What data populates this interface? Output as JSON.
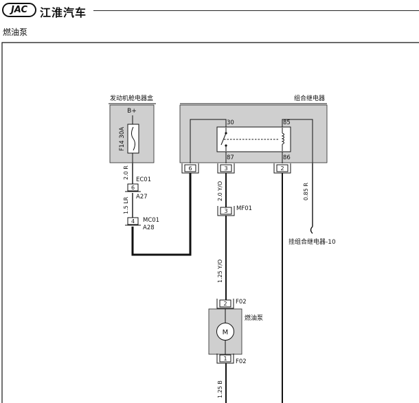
{
  "header": {
    "logo_text": "JAC",
    "brand_name": "江淮汽车"
  },
  "page_title": "燃油泵",
  "engine_box": {
    "title": "发动机舱电器盒",
    "supply": "B+",
    "fuse": "F14 30A"
  },
  "relay_box": {
    "title": "组合继电器",
    "pin_30": "30",
    "pin_85": "85",
    "pin_87": "87",
    "pin_86": "86"
  },
  "connectors": {
    "c6_top": "6",
    "ec01_pin": "6",
    "ec01_name": "EC01",
    "ec01_sub": "A27",
    "mc01_pin": "4",
    "mc01_name": "MC01",
    "mc01_sub": "A28",
    "relay_pin_6": "6",
    "relay_pin_3": "3",
    "relay_pin_2": "2",
    "mf01_pin": "3",
    "mf01_name": "MF01",
    "pump_top_pin": "2",
    "pump_top_name": "F02",
    "pump_bottom_pin": "1",
    "pump_bottom_name": "F02"
  },
  "wires": {
    "w1": "2.0 R",
    "w2": "1.5 LR",
    "w3": "2.0 Y/O",
    "w4": "1.25 Y/O",
    "w5": "1.25 B",
    "w6": "0.85 R"
  },
  "ground_label": "挂组合继电器-10",
  "pump": {
    "label": "燃油泵",
    "motor": "M"
  }
}
